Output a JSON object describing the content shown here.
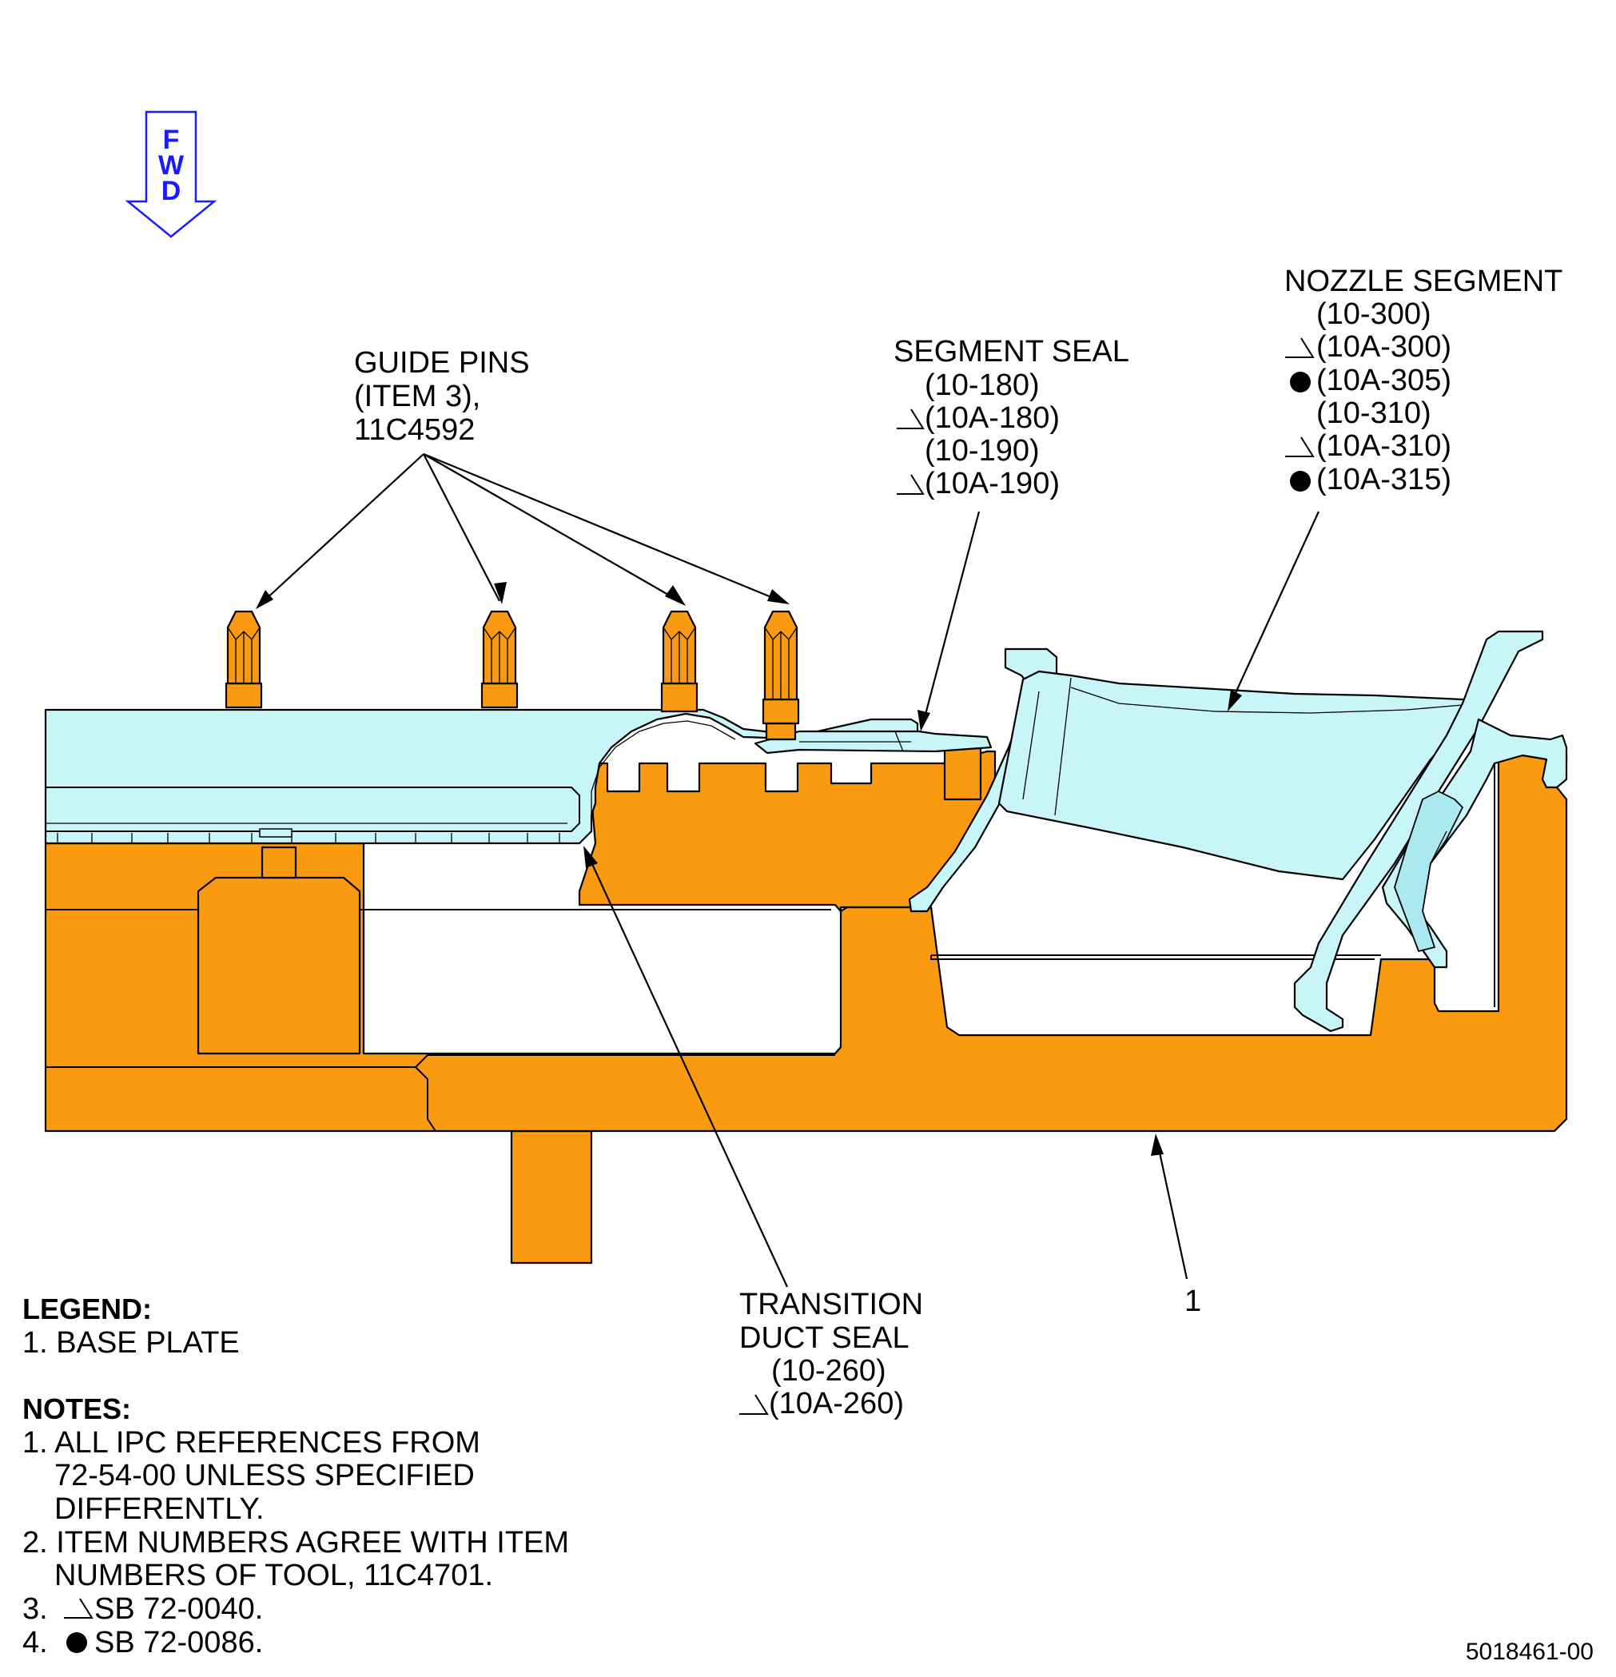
{
  "orientation": {
    "label_letters": [
      "F",
      "W",
      "D"
    ],
    "color": "#1a1aff"
  },
  "callouts": {
    "guide_pins": [
      "GUIDE PINS",
      "(ITEM 3),",
      "11C4592"
    ],
    "segment_seal": {
      "title": "SEGMENT SEAL",
      "refs": [
        {
          "mark": "",
          "text": "(10-180)"
        },
        {
          "mark": "sb-0040",
          "text": "(10A-180)"
        },
        {
          "mark": "",
          "text": "(10-190)"
        },
        {
          "mark": "sb-0040",
          "text": "(10A-190)"
        }
      ]
    },
    "nozzle_segment": {
      "title": "NOZZLE SEGMENT",
      "refs": [
        {
          "mark": "",
          "text": "(10-300)"
        },
        {
          "mark": "sb-0040",
          "text": "(10A-300)"
        },
        {
          "mark": "sb-0086",
          "text": "(10A-305)"
        },
        {
          "mark": "",
          "text": "(10-310)"
        },
        {
          "mark": "sb-0040",
          "text": "(10A-310)"
        },
        {
          "mark": "sb-0086",
          "text": "(10A-315)"
        }
      ]
    },
    "transition_duct_seal": {
      "title_lines": [
        "TRANSITION",
        "DUCT SEAL"
      ],
      "refs": [
        {
          "mark": "",
          "text": "(10-260)"
        },
        {
          "mark": "sb-0040",
          "text": "(10A-260)"
        }
      ]
    },
    "base_plate_item": "1"
  },
  "legend": {
    "heading": "LEGEND:",
    "items": [
      "1. BASE PLATE"
    ]
  },
  "notes": {
    "heading": "NOTES:",
    "lines": [
      "1. ALL IPC REFERENCES FROM",
      "72-54-00 UNLESS SPECIFIED",
      "DIFFERENTLY.",
      "2. ITEM NUMBERS AGREE WITH ITEM",
      "NUMBERS OF TOOL, 11C4701.",
      "3.",
      "SB 72-0040.",
      "4.",
      "SB 72-0086."
    ]
  },
  "drawing_number": "5018461-00",
  "colors": {
    "tool": "#fa9a10",
    "part": "#c8f6f8",
    "part_dark": "#a9e9ef",
    "fwd_arrow": "#1a1aff"
  },
  "icons": {
    "sb-0040": "sb-0040-triangle-icon",
    "sb-0086": "sb-0086-dot-icon"
  }
}
